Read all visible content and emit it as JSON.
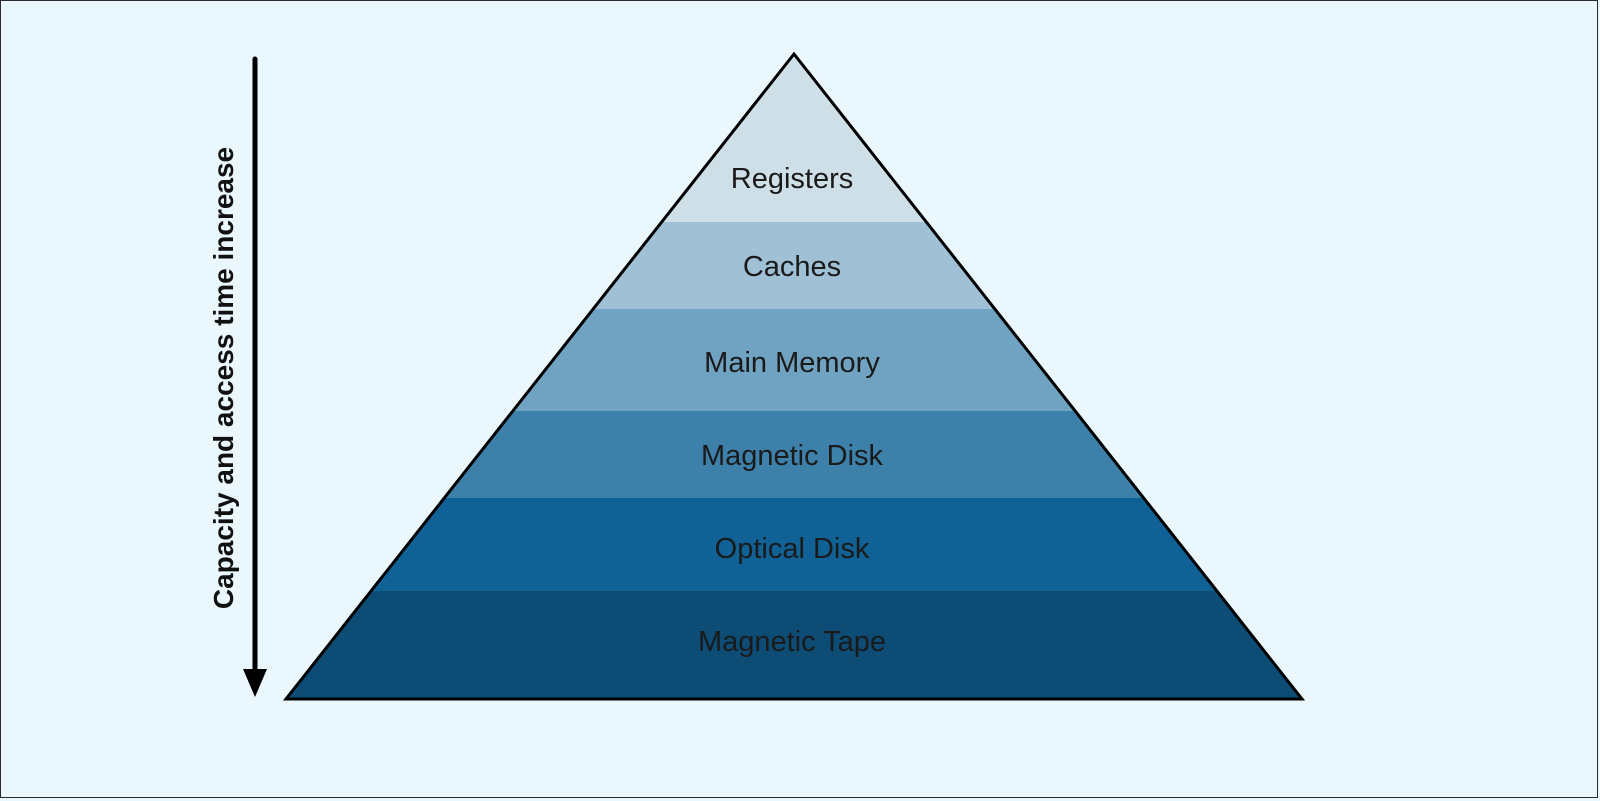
{
  "diagram": {
    "axis_label": "Capacity and access time increase",
    "layers": [
      {
        "label": "Registers",
        "color": "#cfdfe8"
      },
      {
        "label": "Caches",
        "color": "#a0c0d5"
      },
      {
        "label": "Main Memory",
        "color": "#70a2c2"
      },
      {
        "label": "Magnetic Disk",
        "color": "#3d81aa"
      },
      {
        "label": "Optical Disk",
        "color": "#0f6196"
      },
      {
        "label": "Magnetic Tape",
        "color": "#0c4c75"
      }
    ],
    "colors": {
      "background": "#eaf7fd",
      "outline": "#000000"
    }
  }
}
